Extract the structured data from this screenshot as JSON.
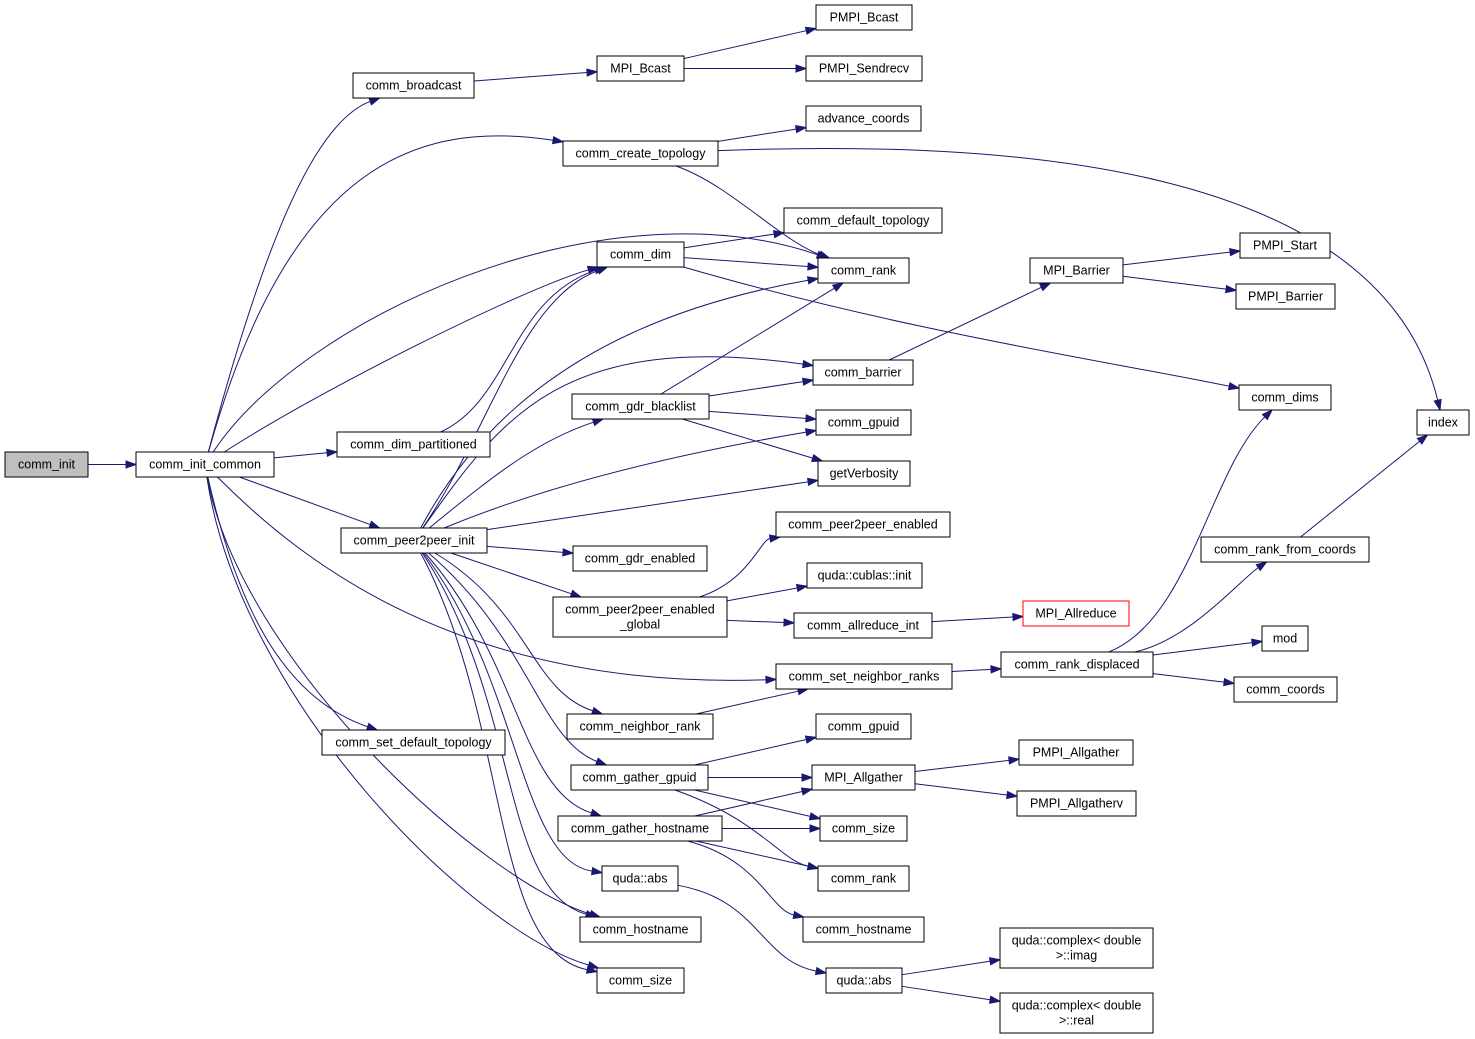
{
  "graph": {
    "nodes": [
      {
        "id": "comm_init",
        "lines": [
          "comm_init"
        ],
        "root": true
      },
      {
        "id": "comm_init_common",
        "lines": [
          "comm_init_common"
        ]
      },
      {
        "id": "comm_broadcast",
        "lines": [
          "comm_broadcast"
        ]
      },
      {
        "id": "MPI_Bcast",
        "lines": [
          "MPI_Bcast"
        ]
      },
      {
        "id": "PMPI_Bcast",
        "lines": [
          "PMPI_Bcast"
        ]
      },
      {
        "id": "PMPI_Sendrecv",
        "lines": [
          "PMPI_Sendrecv"
        ]
      },
      {
        "id": "comm_create_topology",
        "lines": [
          "comm_create_topology"
        ]
      },
      {
        "id": "advance_coords",
        "lines": [
          "advance_coords"
        ]
      },
      {
        "id": "index",
        "lines": [
          "index"
        ]
      },
      {
        "id": "comm_default_topology",
        "lines": [
          "comm_default_topology"
        ]
      },
      {
        "id": "comm_dim",
        "lines": [
          "comm_dim"
        ]
      },
      {
        "id": "comm_rank",
        "lines": [
          "comm_rank"
        ]
      },
      {
        "id": "MPI_Barrier",
        "lines": [
          "MPI_Barrier"
        ]
      },
      {
        "id": "PMPI_Start",
        "lines": [
          "PMPI_Start"
        ]
      },
      {
        "id": "PMPI_Barrier",
        "lines": [
          "PMPI_Barrier"
        ]
      },
      {
        "id": "comm_barrier",
        "lines": [
          "comm_barrier"
        ]
      },
      {
        "id": "comm_dims",
        "lines": [
          "comm_dims"
        ]
      },
      {
        "id": "comm_gdr_blacklist",
        "lines": [
          "comm_gdr_blacklist"
        ]
      },
      {
        "id": "comm_gpuid",
        "lines": [
          "comm_gpuid"
        ]
      },
      {
        "id": "comm_dim_partitioned",
        "lines": [
          "comm_dim_partitioned"
        ]
      },
      {
        "id": "getVerbosity",
        "lines": [
          "getVerbosity"
        ]
      },
      {
        "id": "comm_peer2peer_enabled",
        "lines": [
          "comm_peer2peer_enabled"
        ]
      },
      {
        "id": "comm_peer2peer_init",
        "lines": [
          "comm_peer2peer_init"
        ]
      },
      {
        "id": "comm_gdr_enabled",
        "lines": [
          "comm_gdr_enabled"
        ]
      },
      {
        "id": "comm_rank_from_coords",
        "lines": [
          "comm_rank_from_coords"
        ]
      },
      {
        "id": "quda_cublas_init",
        "lines": [
          "quda::cublas::init"
        ]
      },
      {
        "id": "comm_peer2peer_enabled_global",
        "lines": [
          "comm_peer2peer_enabled",
          "_global"
        ]
      },
      {
        "id": "comm_allreduce_int",
        "lines": [
          "comm_allreduce_int"
        ]
      },
      {
        "id": "MPI_Allreduce",
        "lines": [
          "MPI_Allreduce"
        ],
        "red": true
      },
      {
        "id": "mod",
        "lines": [
          "mod"
        ]
      },
      {
        "id": "comm_rank_displaced",
        "lines": [
          "comm_rank_displaced"
        ]
      },
      {
        "id": "comm_set_neighbor_ranks",
        "lines": [
          "comm_set_neighbor_ranks"
        ]
      },
      {
        "id": "comm_coords",
        "lines": [
          "comm_coords"
        ]
      },
      {
        "id": "comm_neighbor_rank",
        "lines": [
          "comm_neighbor_rank"
        ]
      },
      {
        "id": "comm_gpuid_2",
        "lines": [
          "comm_gpuid"
        ]
      },
      {
        "id": "comm_set_default_topology",
        "lines": [
          "comm_set_default_topology"
        ]
      },
      {
        "id": "PMPI_Allgather",
        "lines": [
          "PMPI_Allgather"
        ]
      },
      {
        "id": "comm_gather_gpuid",
        "lines": [
          "comm_gather_gpuid"
        ]
      },
      {
        "id": "MPI_Allgather",
        "lines": [
          "MPI_Allgather"
        ]
      },
      {
        "id": "PMPI_Allgatherv",
        "lines": [
          "PMPI_Allgatherv"
        ]
      },
      {
        "id": "comm_gather_hostname",
        "lines": [
          "comm_gather_hostname"
        ]
      },
      {
        "id": "comm_size_2",
        "lines": [
          "comm_size"
        ]
      },
      {
        "id": "comm_rank_2",
        "lines": [
          "comm_rank"
        ]
      },
      {
        "id": "quda_abs_1",
        "lines": [
          "quda::abs"
        ]
      },
      {
        "id": "comm_hostname",
        "lines": [
          "comm_hostname"
        ]
      },
      {
        "id": "comm_hostname_2",
        "lines": [
          "comm_hostname"
        ]
      },
      {
        "id": "quda_complex_imag",
        "lines": [
          "quda::complex< double",
          ">::imag"
        ]
      },
      {
        "id": "quda_abs_2",
        "lines": [
          "quda::abs"
        ]
      },
      {
        "id": "comm_size",
        "lines": [
          "comm_size"
        ]
      },
      {
        "id": "quda_complex_real",
        "lines": [
          "quda::complex< double",
          ">::real"
        ]
      }
    ]
  }
}
